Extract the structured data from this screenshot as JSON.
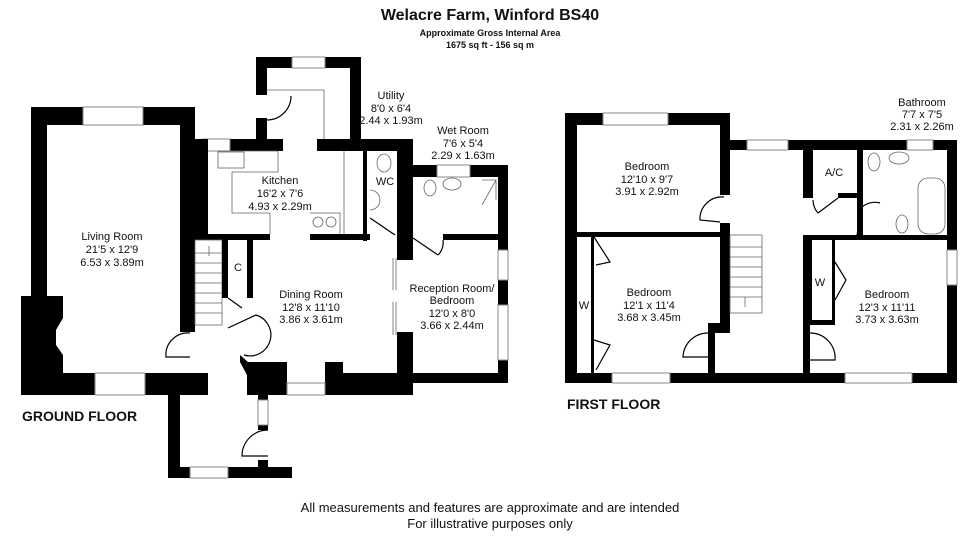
{
  "header": {
    "title": "Welacre Farm, Winford BS40",
    "subtitle": "Approximate Gross Internal Area",
    "area": "1675 sq ft - 156 sq m"
  },
  "ground_floor": {
    "label": "GROUND FLOOR",
    "rooms": [
      {
        "name": "Living Room",
        "imperial": "21'5 x 12'9",
        "metric": "6.53 x 3.89m"
      },
      {
        "name": "Kitchen",
        "imperial": "16'2 x 7'6",
        "metric": "4.93 x 2.29m"
      },
      {
        "name": "Utility",
        "imperial": "8'0 x 6'4",
        "metric": "2.44 x 1.93m"
      },
      {
        "name": "Wet Room",
        "imperial": "7'6 x 5'4",
        "metric": "2.29 x 1.63m"
      },
      {
        "name": "Dining Room",
        "imperial": "12'8 x 11'10",
        "metric": "3.86 x 3.61m"
      },
      {
        "name": "Reception Room/",
        "name2": "Bedroom",
        "imperial": "12'0 x 8'0",
        "metric": "3.66 x 2.44m"
      }
    ],
    "labels": {
      "wc": "WC",
      "cupboard": "C"
    }
  },
  "first_floor": {
    "label": "FIRST FLOOR",
    "rooms": [
      {
        "name": "Bedroom",
        "imperial": "12'10 x 9'7",
        "metric": "3.91 x 2.92m"
      },
      {
        "name": "Bedroom",
        "imperial": "12'1 x 11'4",
        "metric": "3.68 x 3.45m"
      },
      {
        "name": "Bedroom",
        "imperial": "12'3 x 11'11",
        "metric": "3.73 x 3.63m"
      },
      {
        "name": "Bathroom",
        "imperial": "7'7 x 7'5",
        "metric": "2.31 x 2.26m"
      }
    ],
    "labels": {
      "airing_cupboard": "A/C",
      "wardrobe": "W"
    }
  },
  "footer": {
    "line1": "All measurements and features are approximate and are intended",
    "line2": "For illustrative purposes only"
  }
}
